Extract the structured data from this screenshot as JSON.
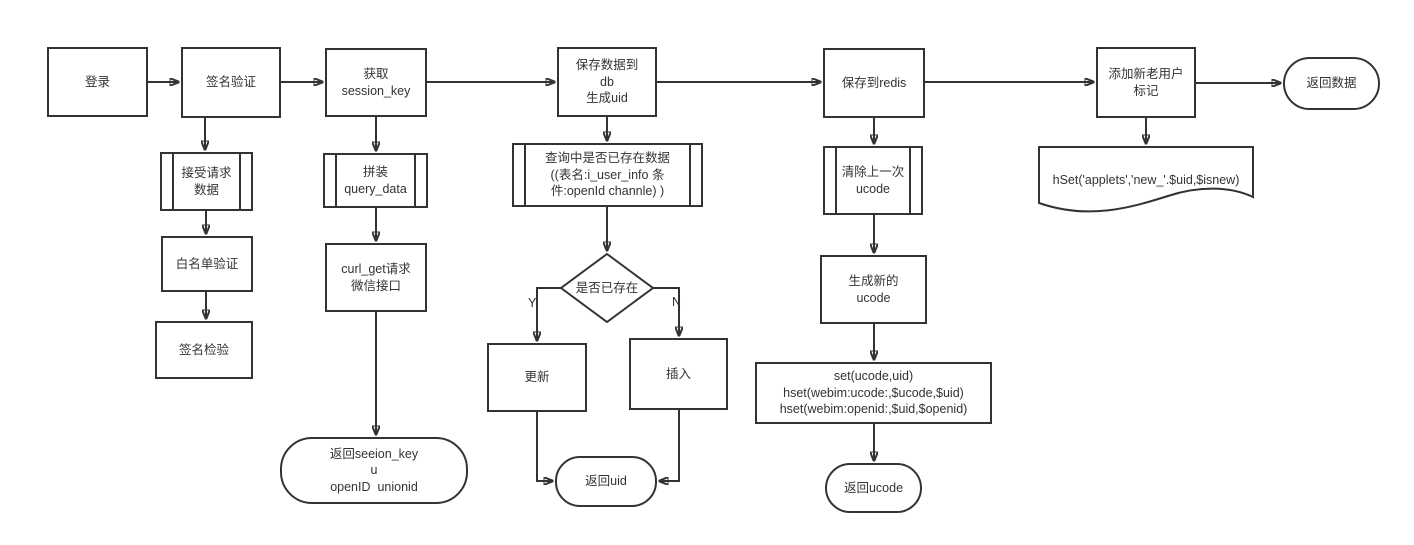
{
  "diagram": {
    "type": "flowchart",
    "colors": {
      "stroke": "#333333",
      "text": "#333333",
      "background": "#ffffff"
    },
    "edge_labels": {
      "yes": "Y",
      "no": "N"
    },
    "nodes": {
      "login": {
        "label": "登录",
        "shape": "rect"
      },
      "sign_verify": {
        "label": "签名验证",
        "shape": "rect"
      },
      "accept_request": {
        "label": "接受请求\n数据",
        "shape": "predefined"
      },
      "whitelist_verify": {
        "label": "白名单验证",
        "shape": "rect"
      },
      "sign_check": {
        "label": "签名检验",
        "shape": "rect"
      },
      "get_session_key": {
        "label": "获取\nsession_key",
        "shape": "rect"
      },
      "assemble_query_data": {
        "label": "拼装\nquery_data",
        "shape": "predefined"
      },
      "curl_get_wechat": {
        "label": "curl_get请求\n微信接口",
        "shape": "rect"
      },
      "return_session_key": {
        "label": "返回seeion_key\nu\nopenID  unionid",
        "shape": "terminator"
      },
      "save_db": {
        "label": "保存数据到\ndb\n生成uid",
        "shape": "rect"
      },
      "query_exists": {
        "label": "查询中是否已存在数据\n((表名:i_user_info 条\n件:openId channle) )",
        "shape": "predefined"
      },
      "exists_decision": {
        "label": "是否已存在",
        "shape": "decision"
      },
      "update": {
        "label": "更新",
        "shape": "rect"
      },
      "insert": {
        "label": "插入",
        "shape": "rect"
      },
      "return_uid": {
        "label": "返回uid",
        "shape": "terminator"
      },
      "save_redis": {
        "label": "保存到redis",
        "shape": "rect"
      },
      "clear_prev_ucode": {
        "label": "清除上一次\nucode",
        "shape": "predefined"
      },
      "gen_new_ucode": {
        "label": "生成新的\nucode",
        "shape": "rect"
      },
      "redis_commands": {
        "label": "set(ucode,uid)\nhset(webim:ucode:,$ucode,$uid)\nhset(webim:openid:,$uid,$openid)",
        "shape": "rect"
      },
      "return_ucode": {
        "label": "返回ucode",
        "shape": "terminator"
      },
      "add_new_old_flag": {
        "label": "添加新老用户\n标记",
        "shape": "rect"
      },
      "hset_document": {
        "label": "hSet('applets','new_'.$uid,$isnew)",
        "shape": "document"
      },
      "return_data": {
        "label": "返回数据",
        "shape": "terminator"
      }
    }
  }
}
